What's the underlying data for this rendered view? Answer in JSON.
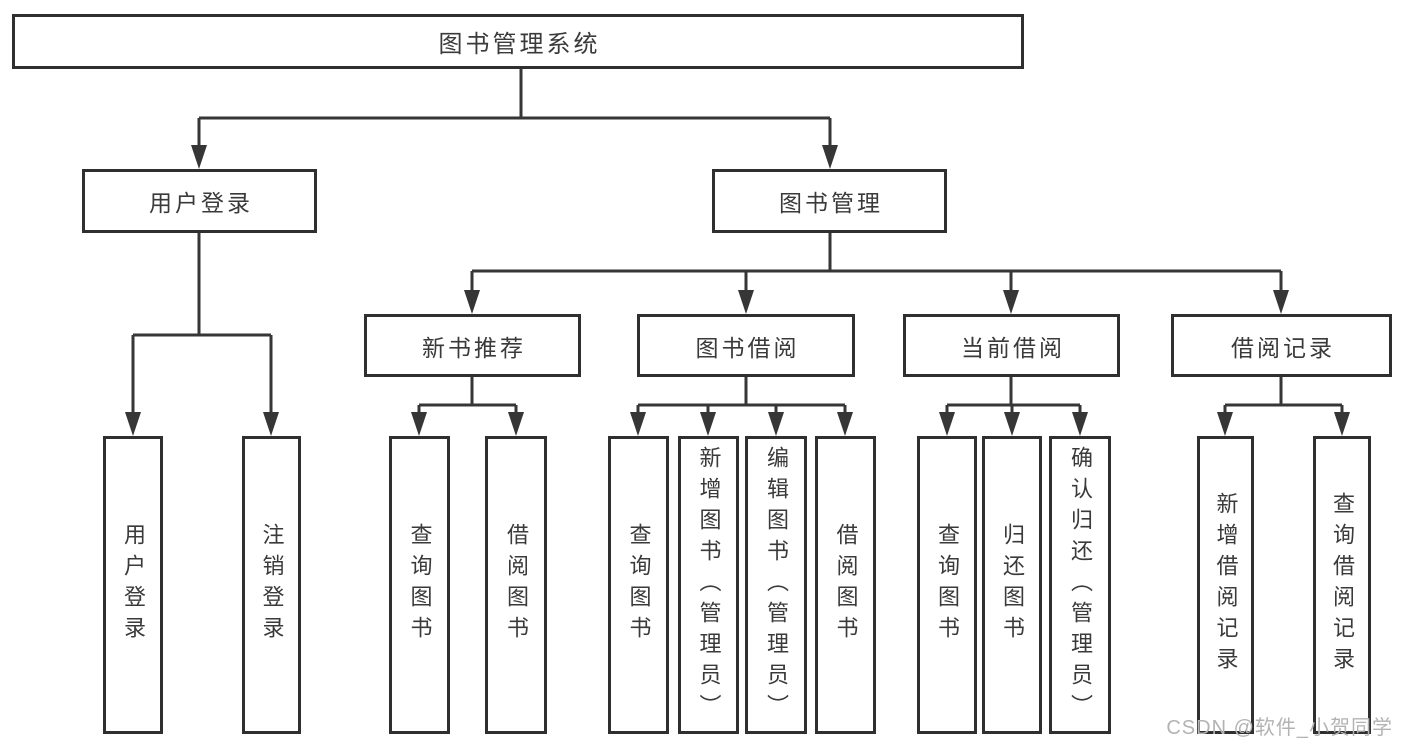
{
  "diagram": {
    "title": "图书管理系统",
    "level2": [
      {
        "label": "用户登录"
      },
      {
        "label": "图书管理"
      }
    ],
    "level3": [
      {
        "label": "新书推荐"
      },
      {
        "label": "图书借阅"
      },
      {
        "label": "当前借阅"
      },
      {
        "label": "借阅记录"
      }
    ],
    "leaves": [
      {
        "label": "用户登录"
      },
      {
        "label": "注销登录"
      },
      {
        "label": "查询图书"
      },
      {
        "label": "借阅图书"
      },
      {
        "label": "查询图书"
      },
      {
        "label": "新增图书（管理员）"
      },
      {
        "label": "编辑图书（管理员）"
      },
      {
        "label": "借阅图书"
      },
      {
        "label": "查询图书"
      },
      {
        "label": "归还图书"
      },
      {
        "label": "确认归还（管理员）"
      },
      {
        "label": "新增借阅记录"
      },
      {
        "label": "查询借阅记录"
      }
    ],
    "watermark": "CSDN @软件_小贺同学",
    "colors": {
      "line": "#363636",
      "border": "#2f2f2f",
      "text": "#3a3a3a",
      "watermark": "#b3b3b3",
      "background": "#ffffff"
    }
  }
}
